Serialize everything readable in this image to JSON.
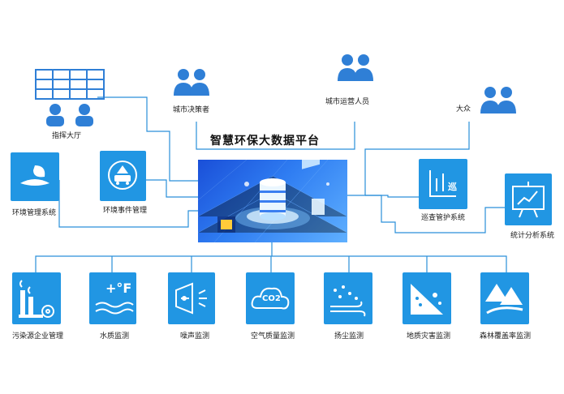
{
  "diagram": {
    "title": "智慧环保大数据平台",
    "top_nodes": {
      "command_hall": "指挥大厅",
      "decision_maker": "城市决策者",
      "operator": "城市运营人员",
      "public": "大众"
    },
    "left_nodes": {
      "env_management": "环境管理系统",
      "env_event": "环境事件管理"
    },
    "right_nodes": {
      "patrol": "巡查管护系统",
      "patrol_glyph": "巡",
      "stats": "统计分析系统"
    },
    "bottom_nodes": [
      {
        "label": "污染源企业管理",
        "icon": "factory-icon"
      },
      {
        "label": "水质监测",
        "icon": "water-temperature-icon",
        "glyph": "+°F"
      },
      {
        "label": "噪声监测",
        "icon": "speaker-icon"
      },
      {
        "label": "空气质量监测",
        "icon": "cloud-co2-icon",
        "glyph": "CO2"
      },
      {
        "label": "扬尘监测",
        "icon": "dust-wind-icon"
      },
      {
        "label": "地质灾害监测",
        "icon": "landslide-icon"
      },
      {
        "label": "森林覆盖率监测",
        "icon": "forest-icon"
      }
    ],
    "colors": {
      "line": "#2a8fd9",
      "tile": "#2196e3",
      "person": "#2f7fd6",
      "hub_dark": "#1a4fd8",
      "hub_light": "#5fb0ff"
    }
  }
}
